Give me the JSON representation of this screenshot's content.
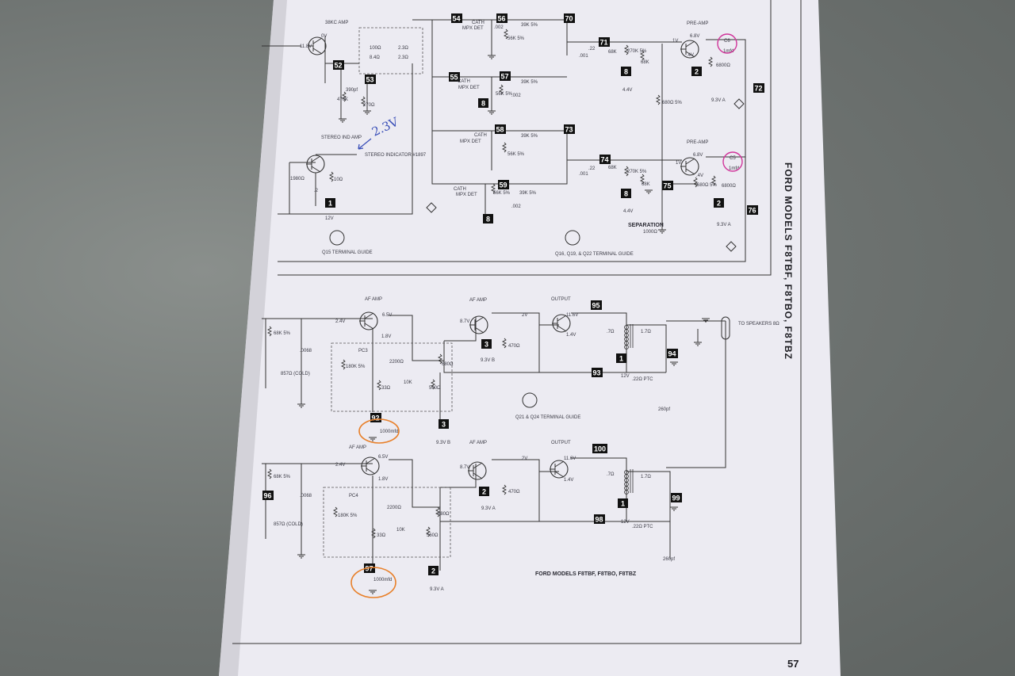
{
  "page_number": "57",
  "side_title": "FORD MODELS F8TBF, F8TBO, F8TBZ",
  "bottom_title": "FORD MODELS F8TBF, F8TBO, F8TBZ",
  "handwritten_note": "2.3V",
  "terminals": [
    "54",
    "56",
    "70",
    "52",
    "53",
    "55",
    "57",
    "71",
    "8",
    "72",
    "58",
    "73",
    "74",
    "75",
    "8",
    "2",
    "2",
    "76",
    "59",
    "8",
    "1",
    "8",
    "3",
    "1",
    "94",
    "93",
    "95",
    "92",
    "3",
    "100",
    "1",
    "99",
    "98",
    "97",
    "2",
    "2",
    "96"
  ],
  "top": {
    "q14": "38KC AMP",
    "q15": "STEREO IND AMP",
    "indicator": "STEREO INDICATOR #1897",
    "mpx_det": "MPX DET",
    "cath": "CATH",
    "preamp": "PRE-AMP",
    "separation": "SEPARATION",
    "separation_value": "1000Ω",
    "q15_guide": "Q15 TERMINAL GUIDE",
    "q16_guide": "Q16, Q19, & Q22 TERMINAL GUIDE",
    "v_11_8": "11.8V",
    "v_0": "0V",
    "v_12": "12V",
    "v_4_4": "4.4V",
    "v_6_8": "6.8V",
    "v_0_4": ".4V",
    "v_1": "1V",
    "v_9_3a": "9.3V A",
    "r_56k": "56K 5%",
    "r_39k": "39K 5%",
    "c_002": ".002",
    "c_001": ".001",
    "c_22": ".22",
    "r_68k": "68K",
    "r_270k": "270K 5%",
    "r_6800": "6800Ω",
    "r_680": "680Ω 5%",
    "c_390": "390pf",
    "r_470k": "470K",
    "r_270": "270Ω",
    "r_10": "10Ω",
    "r_1980": "1980Ω",
    "c_2": ".2",
    "xf_100": "100Ω",
    "xf_84": "8.4Ω",
    "xf_23a": "2.3Ω",
    "xf_23b": "2.3Ω",
    "c6": "C6",
    "c5": "C5",
    "c6_val": "1mfd",
    "c5_val": "1mfd"
  },
  "bottom": {
    "af_amp": "AF AMP",
    "output": "OUTPUT",
    "speakers": "TO SPEAKERS 8Ω",
    "q21_guide": "Q21 & Q24 TERMINAL GUIDE",
    "v_2_4": "2.4V",
    "v_6_5": "6.5V",
    "v_1_8": "1.8V",
    "v_8_7": "8.7V",
    "v_2": "2V",
    "v_11_6": "11.6V",
    "v_1_4": "1.4V",
    "v_12": "12V",
    "v_9_3b": "9.3V B",
    "v_9_3a": "9.3V A",
    "r_68k": "68K 5%",
    "c_0068": ".0068",
    "therm": "857Ω (COLD)",
    "r_180k": "180K 5%",
    "r_33": "33Ω",
    "r_10k": "10K",
    "r_560": "560Ω",
    "r_2200": "2200Ω",
    "r_680": "680Ω",
    "r_470": "470Ω",
    "r_22ptc": ".22Ω PTC",
    "c_260": "260pf",
    "xf_7": ".7Ω",
    "xf_17": "1.7Ω",
    "c_1000": "1000mfd",
    "pc3": "PC3",
    "pc4": "PC4"
  },
  "colors": {
    "annotation_orange": "#e8802a",
    "annotation_pink": "#d0359a",
    "annotation_blue": "#3a4fb8"
  }
}
